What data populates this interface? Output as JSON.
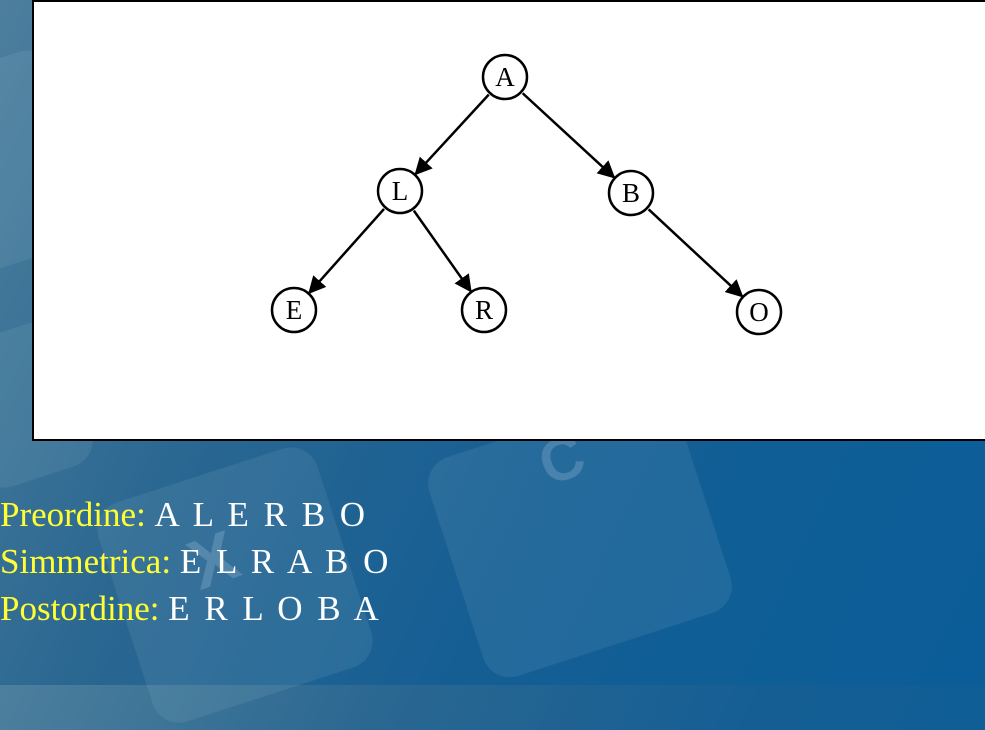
{
  "tree": {
    "nodes": [
      {
        "id": "A",
        "label": "A"
      },
      {
        "id": "L",
        "label": "L"
      },
      {
        "id": "B",
        "label": "B"
      },
      {
        "id": "E",
        "label": "E"
      },
      {
        "id": "R",
        "label": "R"
      },
      {
        "id": "O",
        "label": "O"
      }
    ],
    "edges": [
      {
        "from": "A",
        "to": "L"
      },
      {
        "from": "A",
        "to": "B"
      },
      {
        "from": "L",
        "to": "E"
      },
      {
        "from": "L",
        "to": "R"
      },
      {
        "from": "B",
        "to": "O"
      }
    ]
  },
  "traversals": [
    {
      "label": "Preordine:",
      "sequence": "A L E R B O"
    },
    {
      "label": "Simmetrica:",
      "sequence": "E L R A B O"
    },
    {
      "label": "Postordine:",
      "sequence": "E R L O B A"
    }
  ],
  "colors": {
    "label": "#ffff33",
    "sequence": "#ffffff",
    "panel": "#ffffff"
  }
}
